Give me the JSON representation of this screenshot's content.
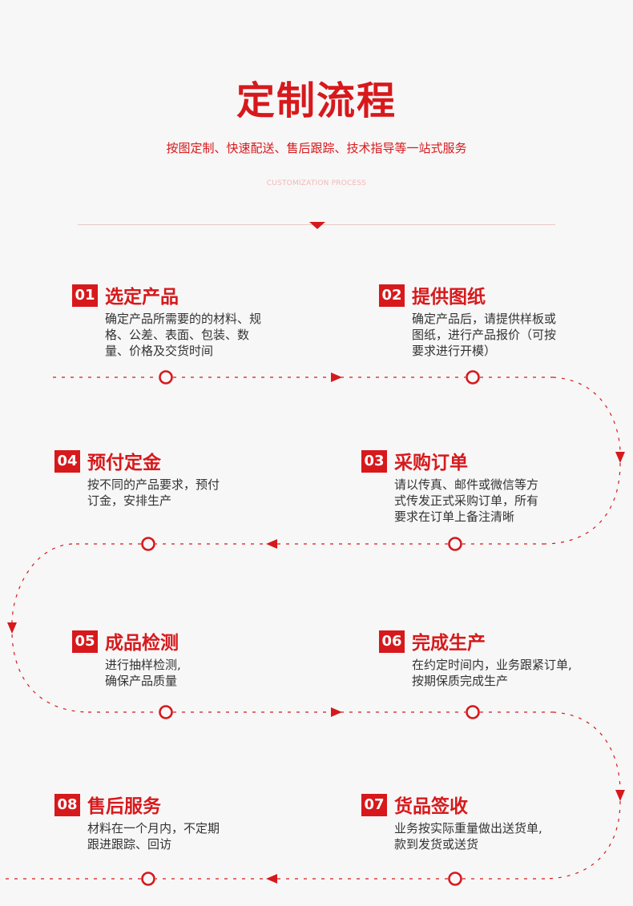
{
  "header": {
    "title": "定制流程",
    "subtitle": "按图定制、快速配送、售后跟踪、技术指导等一站式服务",
    "subtitle_en": "CUSTOMIZATION PROCESS"
  },
  "steps": [
    {
      "num": "01",
      "title": "选定产品",
      "lines": [
        "确定产品所需要的的材料、规",
        "格、公差、表面、包装、数",
        "量、价格及交货时间"
      ]
    },
    {
      "num": "02",
      "title": "提供图纸",
      "lines": [
        "确定产品后，请提供样板或",
        "图纸，进行产品报价（可按",
        "要求进行开模）"
      ]
    },
    {
      "num": "03",
      "title": "采购订单",
      "lines": [
        "请以传真、邮件或微信等方",
        "式传发正式采购订单，所有",
        "要求在订单上备注清晰"
      ]
    },
    {
      "num": "04",
      "title": "预付定金",
      "lines": [
        "按不同的产品要求，预付",
        "订金，安排生产"
      ]
    },
    {
      "num": "05",
      "title": "成品检测",
      "lines": [
        "进行抽样检测,",
        "确保产品质量"
      ]
    },
    {
      "num": "06",
      "title": "完成生产",
      "lines": [
        "在约定时间内，业务跟紧订单,",
        "按期保质完成生产"
      ]
    },
    {
      "num": "07",
      "title": "货品签收",
      "lines": [
        "业务按实际重量做出送货单,",
        "款到发货或送货"
      ]
    },
    {
      "num": "08",
      "title": "售后服务",
      "lines": [
        "材料在一个月内，不定期",
        "跟进跟踪、回访"
      ]
    }
  ],
  "colors": {
    "accent": "#d7191c",
    "background": "#f7f7f7",
    "text": "#333333"
  }
}
